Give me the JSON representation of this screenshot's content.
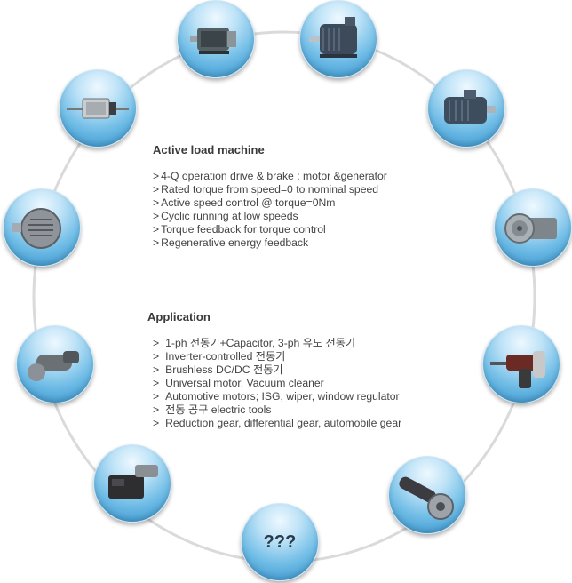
{
  "active_load": {
    "title": "Active load machine",
    "items": [
      "4-Q operation drive & brake : motor &generator",
      "Rated torque from speed=0 to nominal speed",
      "Active speed control @ torque=0Nm",
      "Cyclic running at low speeds",
      "Torque feedback for torque control",
      "Regenerative energy feedback"
    ]
  },
  "application": {
    "title": "Application",
    "items": [
      "1-ph 전동기+Capacitor, 3-ph 유도 전동기",
      "Inverter-controlled 전동기",
      "Brushless DC/DC 전동기",
      "Universal motor, Vacuum cleaner",
      "Automotive motors; ISG, wiper, window regulator",
      "전동 공구 electric tools",
      "Reduction gear, differential gear, automobile gear"
    ]
  },
  "list_marker": ">",
  "unknown_label": "???",
  "ring_nodes": [
    {
      "name": "small-motor-icon"
    },
    {
      "name": "induction-motor-icon"
    },
    {
      "name": "induction-motor-large-icon"
    },
    {
      "name": "pulley-motor-icon"
    },
    {
      "name": "rotary-hammer-icon"
    },
    {
      "name": "angle-grinder-icon"
    },
    {
      "name": "unknown-application-icon"
    },
    {
      "name": "window-regulator-motor-icon"
    },
    {
      "name": "wiper-motor-icon"
    },
    {
      "name": "alternator-icon"
    },
    {
      "name": "dc-motor-icon"
    }
  ],
  "colors": {
    "ring": "#d8d8d8",
    "node_edge": "#2d8cc8",
    "node_center": "#eef8ff"
  }
}
